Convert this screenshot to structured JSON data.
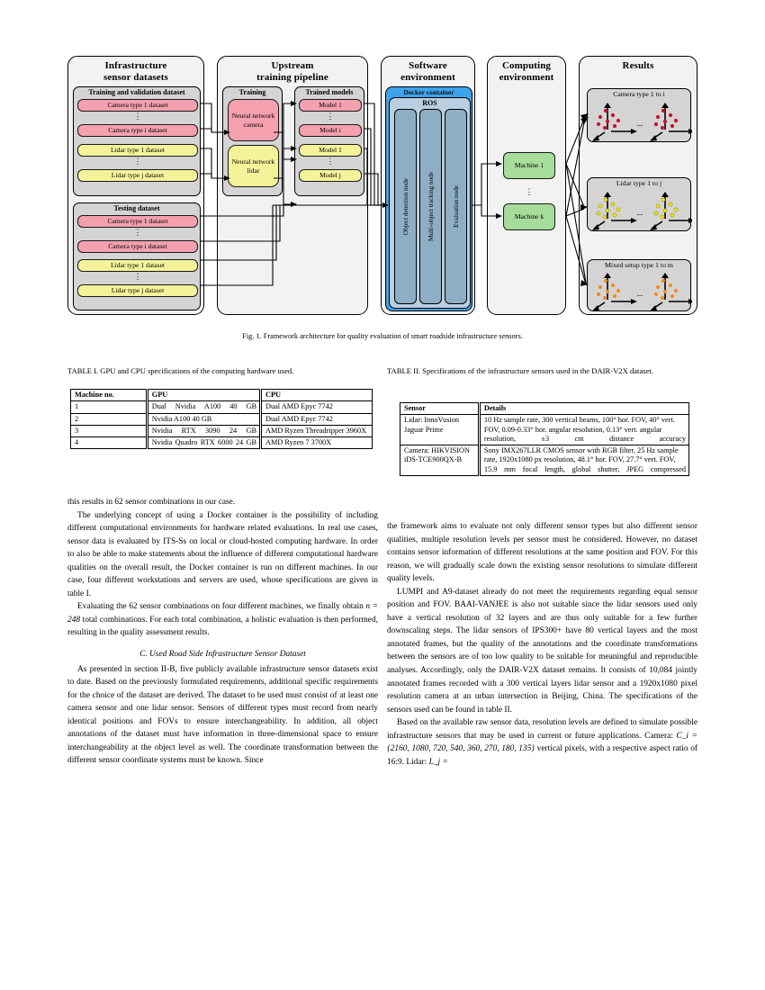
{
  "figure": {
    "caption": "Fig. 1. Framework architecture for quality evaluation of smart roadside infrastructure sensors.",
    "panels": {
      "datasets": {
        "title_l1": "Infrastructure",
        "title_l2": "sensor datasets",
        "training_validation": {
          "title": "Training and validation dataset",
          "items": [
            "Camera type 1 dataset",
            "Camera type i dataset",
            "Lidar type 1 dataset",
            "Lidar type j dataset"
          ]
        },
        "testing": {
          "title": "Testing dataset",
          "items": [
            "Camera type 1 dataset",
            "Camera type i dataset",
            "Lidar type 1 dataset",
            "Lidar type j dataset"
          ]
        }
      },
      "pipeline": {
        "title_l1": "Upstream",
        "title_l2": "training pipeline",
        "training": {
          "title": "Training",
          "camera_net": "Neural network camera",
          "lidar_net": "Neural network lidar"
        },
        "trained_models": {
          "title": "Trained models",
          "items": [
            "Model 1",
            "Model i",
            "Model 1",
            "Model j"
          ]
        }
      },
      "software": {
        "title_l1": "Software",
        "title_l2": "environment",
        "docker": "Docker container",
        "ros": "ROS",
        "nodes": [
          "Object detection node",
          "Multi-object tracking node",
          "Evaluation node"
        ]
      },
      "computing": {
        "title_l1": "Computing",
        "title_l2": "environment",
        "machines": [
          "Machine 1",
          "Machine k"
        ]
      },
      "results": {
        "title": "Results",
        "groups": [
          "Camera type 1 to i",
          "Lidar type 1 to j",
          "Mixed setup type 1 to m"
        ]
      }
    },
    "colors": {
      "camera": "#f4a0ae",
      "lidar": "#f5f39a",
      "machine": "#a6dd9a",
      "docker": "#3da3ea",
      "ros": "#b9cfe0",
      "node": "#8eaec6",
      "panel_bg": "#f2f2f2",
      "subpanel_bg": "#d4d4d4",
      "camera_point": "#c7112a",
      "lidar_point": "#f2e300",
      "mixed_point": "#ef8b20"
    }
  },
  "table1": {
    "caption": "TABLE I. GPU and CPU specifications of the computing hardware used.",
    "headers": [
      "Machine no.",
      "GPU",
      "CPU"
    ],
    "rows": [
      [
        "1",
        "Dual Nvidia A100 40 GB",
        "Dual AMD Epyc 7742"
      ],
      [
        "2",
        "Nvidia A100 40 GB",
        "Dual AMD Epyc 7742"
      ],
      [
        "3",
        "Nvidia RTX 3090 24 GB",
        "AMD Ryzen Threadripper 3960X"
      ],
      [
        "4",
        "Nvidia Quadro RTX 6000 24 GB",
        "AMD Ryzen 7 3700X"
      ]
    ]
  },
  "table2": {
    "caption": "TABLE II. Specifications of the infrastructure sensors used in the DAIR-V2X dataset.",
    "headers": [
      "Sensor",
      "Details"
    ],
    "rows": [
      [
        "Lidar: InnoVusion Jaguar Prime",
        "10 Hz sample rate, 300 vertical beams, 100° hor. FOV, 40° vert. FOV, 0.09-0.33° hor. angular resolution, 0.13° vert. angular resolution, ±3 cm distance accuracy"
      ],
      [
        "Camera: HIKVISION iDS-TCE900QX-B",
        "Sony IMX267LLR CMOS sensor with RGB filter, 25 Hz sample rate, 1920x1080 px resolution, 48.1° hor. FOV, 27.7° vert. FOV, 15.9 mm focal length, global shutter, JPEG compressed"
      ]
    ]
  },
  "left_column": {
    "p0": "this results in 62 sensor combinations in our case.",
    "p1": "The underlying concept of using a Docker container is the possibility of including different computational environments for hardware related evaluations. In real use cases, sensor data is evaluated by ITS-Ss on local or cloud-hosted computing hardware. In order to also be able to make statements about the influence of different computational hardware qualities on the overall result, the Docker container is run on different machines. In our case, four different workstations and servers are used, whose specifications are given in table I.",
    "p2_a": "Evaluating the 62 sensor combinations on four different machines, we finally obtain ",
    "p2_math": "n = 248",
    "p2_b": " total combinations. For each total combination, a holistic evaluation is then performed, resulting in the quality assessment results.",
    "heading": "C. Used Road Side Infrastructure Sensor Dataset",
    "p3": "As presented in section II-B, five publicly available infrastructure sensor datasets exist to date. Based on the previously formulated requirements, additional specific requirements for the choice of the dataset are derived. The dataset to be used must consist of at least one camera sensor and one lidar sensor. Sensors of different types must record from nearly identical positions and FOVs to ensure interchangeability. In addition, all object annotations of the dataset must have information in three-dimensional space to ensure interchangeability at the object level as well. The coordinate transformation between the different sensor coordinate systems must be known. Since"
  },
  "right_column": {
    "p1": "the framework aims to evaluate not only different sensor types but also different sensor qualities, multiple resolution levels per sensor must be considered. However, no dataset contains sensor information of different resolutions at the same position and FOV. For this reason, we will gradually scale down the existing sensor resolutions to simulate different quality levels.",
    "p2": "LUMPI and A9-dataset already do not meet the requirements regarding equal sensor position and FOV. BAAI-VANJEE is also not suitable since the lidar sensors used only have a vertical resolution of 32 layers and are thus only suitable for a few further downscaling steps. The lidar sensors of IPS300+ have 80 vertical layers and the most annotated frames, but the quality of the annotations and the coordinate transformations between the sensors are of too low quality to be suitable for meaningful and reproducible analyses. Accordingly, only the DAIR-V2X dataset remains. It consists of 10,084 jointly annotated frames recorded with a 300 vertical layers lidar sensor and a 1920x1080 pixel resolution camera at an urban intersection in Beijing, China. The specifications of the sensors used can be found in table II.",
    "p3_a": "Based on the available raw sensor data, resolution levels are defined to simulate possible infrastructure sensors that may be used in current or future applications. Camera: ",
    "p3_math1": "C_i = {2160, 1080, 720, 540, 360, 270, 180, 135}",
    "p3_b": " vertical pixels, with a respective aspect ratio of 16:9. Lidar: ",
    "p3_math2": "L_j ="
  }
}
